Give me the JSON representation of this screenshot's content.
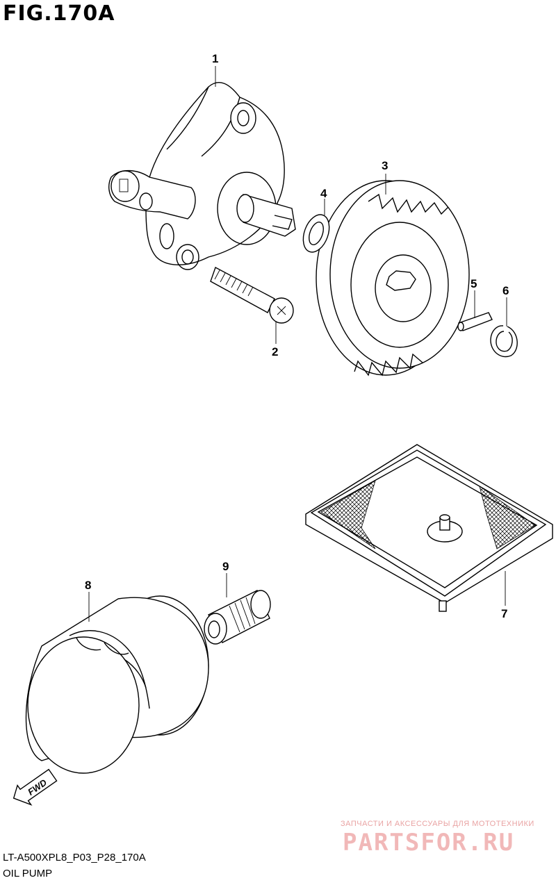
{
  "figure": {
    "title": "FIG.170A"
  },
  "callouts": [
    "1",
    "2",
    "3",
    "4",
    "5",
    "6",
    "7",
    "8",
    "9"
  ],
  "fwd_label": "FWD",
  "watermark": {
    "small": "ЗАПЧАСТИ И АКСЕССУАРЫ ДЛЯ МОТОТЕХНИКИ",
    "large": "PARTSFOR.RU"
  },
  "footer": {
    "code": "LT-A500XPL8_P03_P28_170A",
    "caption": "OIL PUMP"
  }
}
